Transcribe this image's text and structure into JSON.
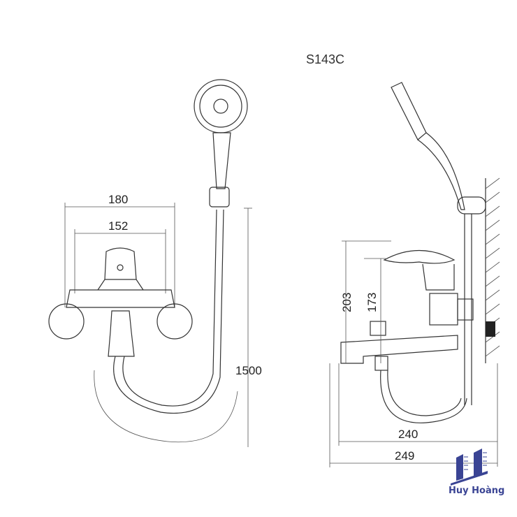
{
  "title": "S143C",
  "front_view": {
    "width_outer": "180",
    "width_inner": "152",
    "hose_length": "1500"
  },
  "side_view": {
    "height_total": "203",
    "height_handle": "173",
    "depth_spout": "240",
    "depth_total": "249"
  },
  "logo": {
    "text": "Huy Hoàng",
    "color": "#3a4494"
  }
}
